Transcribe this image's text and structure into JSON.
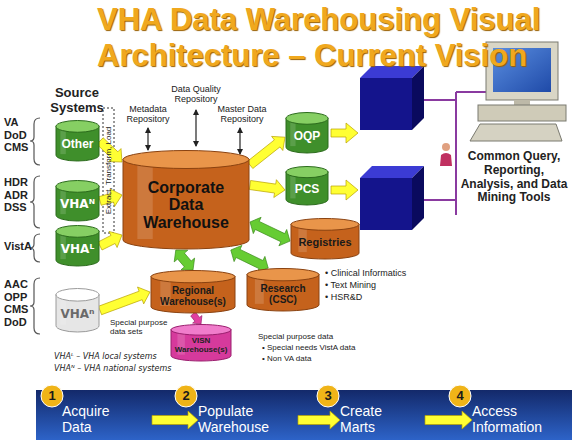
{
  "diagram": {
    "title": "VHA Data Warehousing Visual Architecture – Current Vision",
    "nodes": [
      {
        "text": [
          "Other"
        ]
      },
      {
        "text": [
          "VHAᴺ"
        ]
      },
      {
        "text": [
          "VHAᴸ"
        ]
      },
      {
        "text": [
          "VHAⁿ"
        ]
      },
      {
        "text": [
          "Corporate Data Warehouse"
        ]
      },
      {
        "text": [
          "OQP"
        ]
      },
      {
        "text": [
          "PCS"
        ]
      },
      {
        "text": [
          "Registries"
        ]
      },
      {
        "text": [
          "Regional Warehouse(s)"
        ]
      },
      {
        "text": [
          "Research (CSC)"
        ]
      },
      {
        "text": [
          "VISN Warehouse(s)"
        ]
      },
      {
        "text": [
          "Acquire Data"
        ]
      },
      {
        "text": [
          "Populate Warehouse"
        ]
      },
      {
        "text": [
          "Create Marts"
        ]
      },
      {
        "text": [
          "Access Information"
        ]
      }
    ],
    "edges": [
      {
        "from": 0,
        "to": 4,
        "arrow": "to"
      },
      {
        "from": 1,
        "to": 4,
        "arrow": "to"
      },
      {
        "from": 2,
        "to": 4,
        "arrow": "to"
      },
      {
        "from": 3,
        "to": 8,
        "arrow": "to"
      },
      {
        "from": 4,
        "to": 5,
        "arrow": "to"
      },
      {
        "from": 4,
        "to": 6,
        "arrow": "to"
      },
      {
        "from": 4,
        "to": 7,
        "arrow": "both"
      },
      {
        "from": 4,
        "to": 9,
        "arrow": "both"
      },
      {
        "from": 4,
        "to": 8,
        "arrow": "both"
      },
      {
        "from": 8,
        "to": 10,
        "arrow": "to"
      },
      {
        "from": 11,
        "to": 12,
        "arrow": "to"
      },
      {
        "from": 12,
        "to": 13,
        "arrow": "to"
      },
      {
        "from": 13,
        "to": 14,
        "arrow": "to"
      }
    ],
    "labels": [
      "Source Systems",
      "VA DoD CMS",
      "HDR ADR DSS",
      "VistA",
      "AAC OPP CMS DoD",
      "Extract, Transform, Load",
      "Metadata Repository",
      "Data Quality Repository",
      "Master Data Repository",
      "• Clinical Informatics",
      "• Text Mining",
      "• HSR&D",
      "Special purpose data sets",
      "Special purpose data",
      "• Special needs VistA data",
      "• Non VA data",
      "VHAᴸ – VHA local systems",
      "VHAᴺ – VHA national systems",
      "Common Query, Reporting, Analysis, and Data Mining Tools",
      "1",
      "2",
      "3",
      "4"
    ]
  }
}
